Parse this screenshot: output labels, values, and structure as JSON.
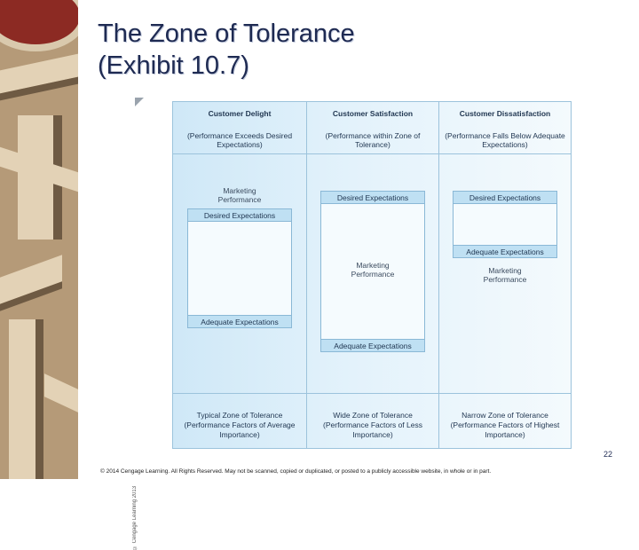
{
  "slide": {
    "title_line1": "The Zone of Tolerance",
    "title_line2": "(Exhibit 10.7)",
    "page_number": "22",
    "footer": "© 2014 Cengage Learning. All Rights Reserved. May not be scanned, copied or duplicated, or posted to a publicly accessible website, in whole or in part."
  },
  "exhibit": {
    "credit": "© Cengage Learning 2013",
    "columns": [
      {
        "heading": "Customer Delight",
        "subheading": "(Performance Exceeds Desired Expectations)",
        "marketing_performance": "Marketing Performance",
        "desired": "Desired Expectations",
        "adequate": "Adequate Expectations",
        "zone": "Typical Zone of Tolerance (Performance Factors of Average Importance)"
      },
      {
        "heading": "Customer Satisfaction",
        "subheading": "(Performance within Zone of Tolerance)",
        "marketing_performance": "Marketing Performance",
        "desired": "Desired Expectations",
        "adequate": "Adequate Expectations",
        "zone": "Wide Zone of Tolerance (Performance Factors of Less Importance)"
      },
      {
        "heading": "Customer Dissatisfaction",
        "subheading": "(Performance Falls Below Adequate Expectations)",
        "marketing_performance": "Marketing Performance",
        "desired": "Desired Expectations",
        "adequate": "Adequate Expectations",
        "zone": "Narrow Zone of Tolerance (Performance Factors of Highest Importance)"
      }
    ]
  },
  "colors": {
    "title": "#1e2a52",
    "panel": "#e3f2fb",
    "label_band": "#bfe0f3",
    "maze": "#b59a78"
  }
}
